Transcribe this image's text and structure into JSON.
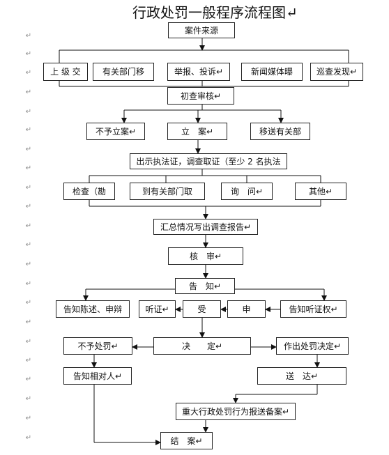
{
  "title": "行政处罚一般程序流程图↵",
  "para_mark": "↵",
  "nodes": {
    "source": "案件来源",
    "sup": "上 级 交",
    "dept_transfer": "有关部门移",
    "report": "举报、投诉↵",
    "media": "新闻媒体曝",
    "patrol": "巡查发现↵",
    "initial_review": "初查审核↵",
    "no_case": "不予立案↵",
    "case_open": "立　案↵",
    "transfer_dept": "移送有关部",
    "investigate": "出示执法证，调查取证（至少 2 名执法",
    "inspect": "检查（勘",
    "dept_collect": "到有关部门取",
    "inquiry": "询　问↵",
    "other": "其他↵",
    "summary": "汇总情况写出调查报告↵",
    "review": "核　审↵",
    "notice": "告　知↵",
    "notice_statement": "告知陈述、申辩",
    "hearing": "听证↵",
    "accept": "受",
    "apply": "申",
    "notice_hearing_right": "告知听证权↵",
    "no_penalty": "不予处罚↵",
    "decision": "决　　定↵",
    "penalty_decision": "作出处罚决定↵",
    "notify_party": "告知相对人↵",
    "deliver": "送　达↵",
    "major_report": "重大行政处罚行为报送备案↵",
    "close": "结　案↵"
  }
}
